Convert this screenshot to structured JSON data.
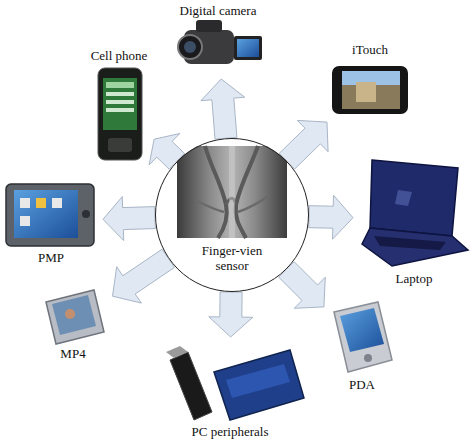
{
  "diagram": {
    "nodes": [
      {
        "text": [
          "Finger-vien sensor"
        ]
      },
      {
        "text": [
          "Digital camera"
        ]
      },
      {
        "text": [
          "iTouch"
        ]
      },
      {
        "text": [
          "Laptop"
        ]
      },
      {
        "text": [
          "PDA"
        ]
      },
      {
        "text": [
          "PC peripherals"
        ]
      },
      {
        "text": [
          "MP4"
        ]
      },
      {
        "text": [
          "PMP"
        ]
      },
      {
        "text": [
          "Cell phone"
        ]
      }
    ],
    "edges": [
      {
        "from": 0,
        "to": 1,
        "arrow": "to"
      },
      {
        "from": 0,
        "to": 2,
        "arrow": "to"
      },
      {
        "from": 0,
        "to": 3,
        "arrow": "to"
      },
      {
        "from": 0,
        "to": 4,
        "arrow": "to"
      },
      {
        "from": 0,
        "to": 5,
        "arrow": "to"
      },
      {
        "from": 0,
        "to": 6,
        "arrow": "to"
      },
      {
        "from": 0,
        "to": 7,
        "arrow": "to"
      },
      {
        "from": 0,
        "to": 8,
        "arrow": "to"
      }
    ]
  }
}
